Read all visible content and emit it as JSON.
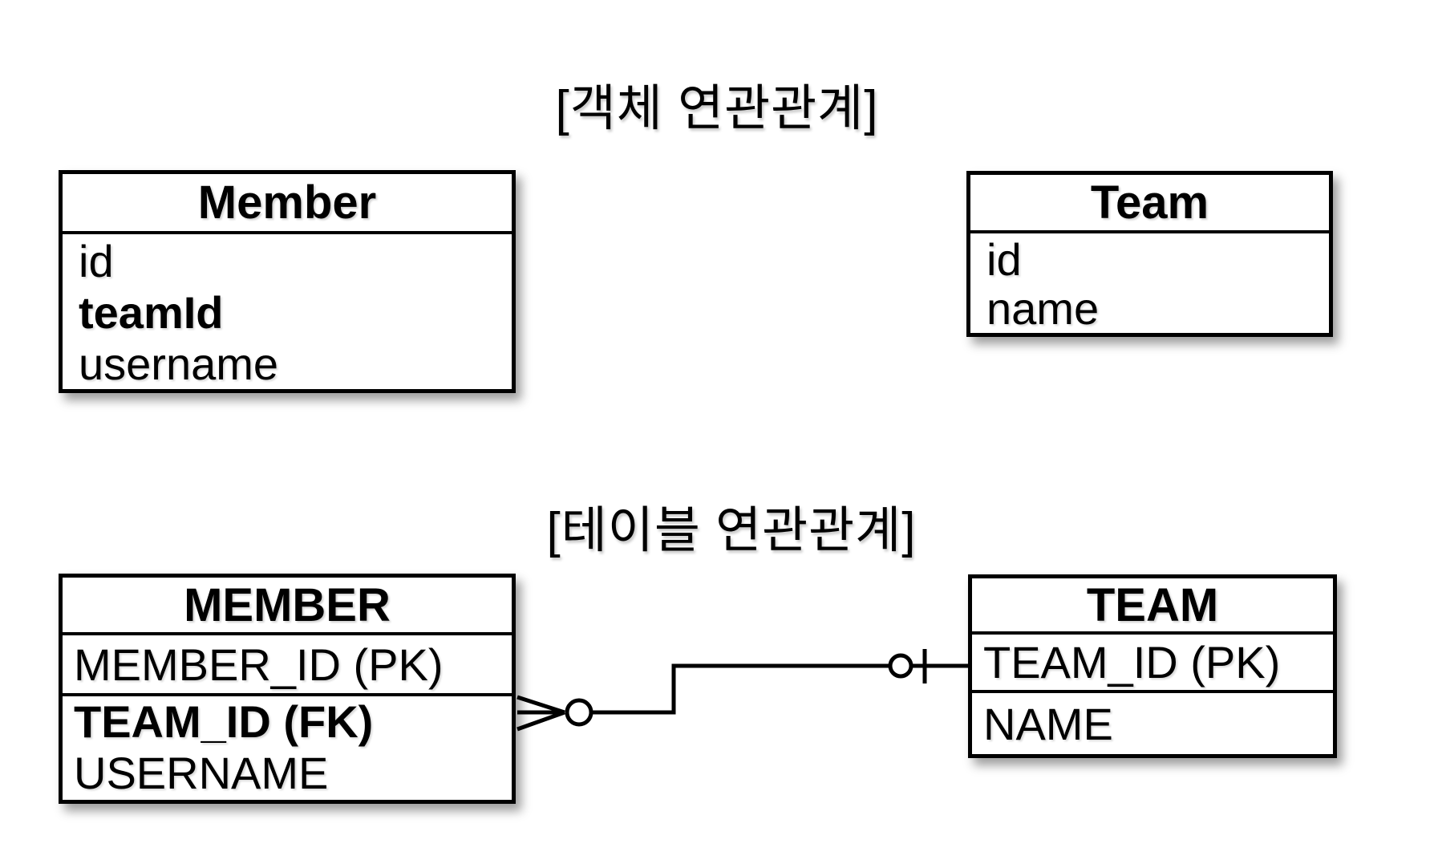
{
  "object_section": {
    "title": "[객체 연관관계]",
    "member": {
      "title": "Member",
      "fields": [
        "id",
        "teamId",
        "username"
      ]
    },
    "team": {
      "title": "Team",
      "fields": [
        "id",
        "name"
      ]
    }
  },
  "table_section": {
    "title": "[테이블 연관관계]",
    "member": {
      "title": "MEMBER",
      "primary_key": "MEMBER_ID (PK)",
      "foreign_key": "TEAM_ID (FK)",
      "column": "USERNAME"
    },
    "team": {
      "title": "TEAM",
      "primary_key": "TEAM_ID (PK)",
      "column": "NAME"
    },
    "relationship": {
      "member_end_cardinality": "zero-or-many",
      "member_end_icons": [
        "crow-foot-icon",
        "circle-icon"
      ],
      "team_end_cardinality": "zero-or-one",
      "team_end_icons": [
        "circle-icon",
        "one-bar-icon"
      ]
    }
  },
  "colors": {
    "line": "#000000",
    "fill": "#ffffff",
    "text": "#000000",
    "background": "#ffffff"
  }
}
